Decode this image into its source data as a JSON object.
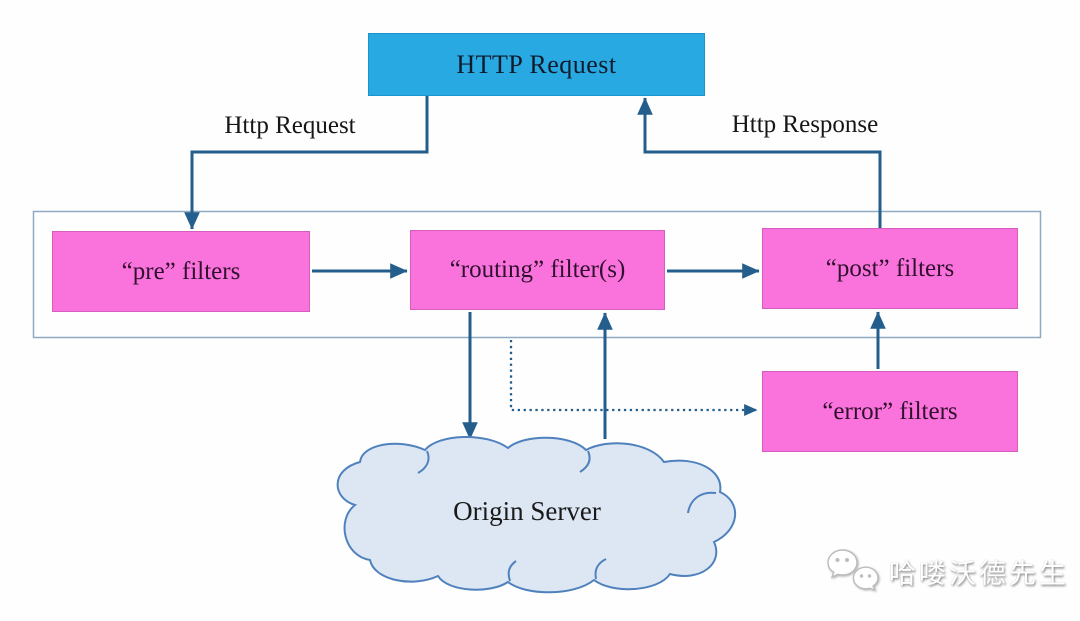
{
  "diagram": {
    "http_request_box": "HTTP Request",
    "flow_labels": {
      "request": "Http Request",
      "response": "Http Response"
    },
    "filters": {
      "pre": "“pre” filters",
      "routing": "“routing” filter(s)",
      "post": "“post” filters",
      "error": "“error” filters"
    },
    "origin_server": "Origin Server",
    "watermark": {
      "icon": "wechat-icon",
      "text": "哈喽沃德先生"
    },
    "colors": {
      "http_box_fill": "#29A9E1",
      "http_box_border": "#1B93CB",
      "filter_box_fill": "#FA73DC",
      "filter_box_border": "#D45EC0",
      "arrow": "#235E8C",
      "container_border": "#8FA9C2",
      "cloud_fill": "#DDE7F4",
      "cloud_border": "#4F81BD"
    }
  }
}
